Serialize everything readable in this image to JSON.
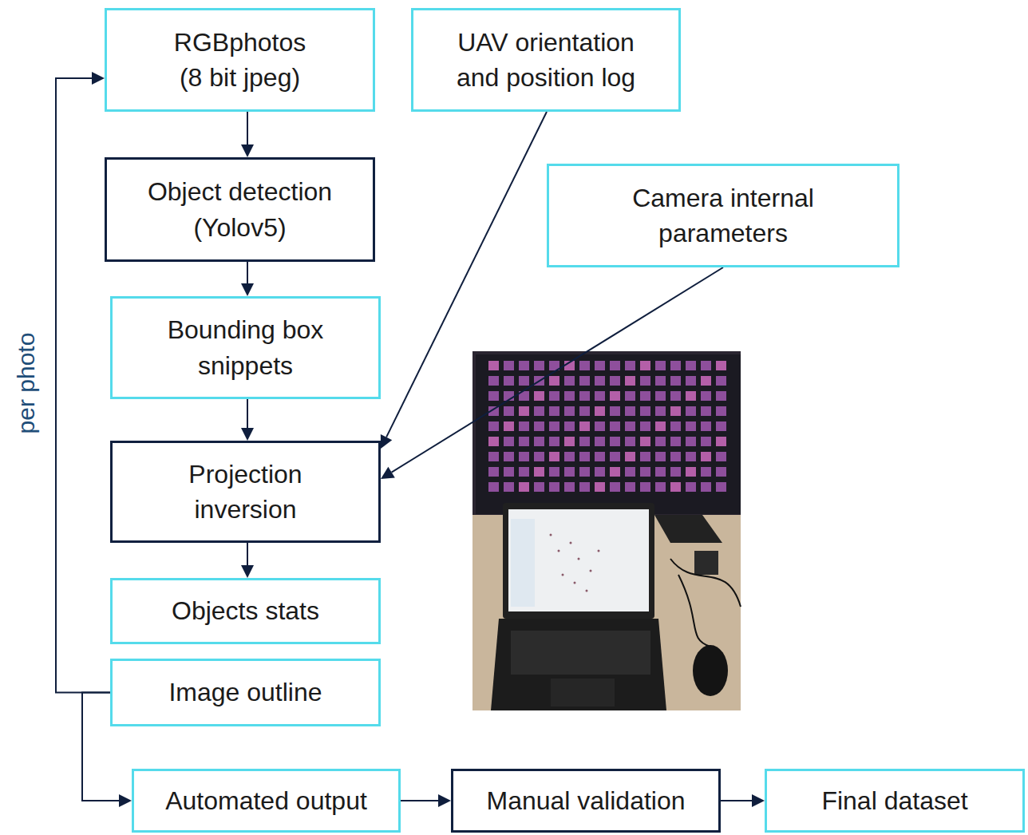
{
  "diagram": {
    "nodes": [
      {
        "text": [
          "RGBphotos (8 bit jpeg)"
        ]
      },
      {
        "text": [
          "UAV orientation and position log"
        ]
      },
      {
        "text": [
          "Object detection (Yolov5)"
        ]
      },
      {
        "text": [
          "Camera internal parameters"
        ]
      },
      {
        "text": [
          "Bounding box snippets"
        ]
      },
      {
        "text": [
          "Projection inversion"
        ]
      },
      {
        "text": [
          "Objects stats"
        ]
      },
      {
        "text": [
          "Image outline"
        ]
      },
      {
        "text": [
          "Automated output"
        ]
      },
      {
        "text": [
          "Manual validation"
        ]
      },
      {
        "text": [
          "Final dataset"
        ]
      }
    ],
    "edges": [
      {
        "from": 0,
        "to": 2,
        "arrow": "to"
      },
      {
        "from": 2,
        "to": 4,
        "arrow": "to"
      },
      {
        "from": 4,
        "to": 5,
        "arrow": "to"
      },
      {
        "from": 5,
        "to": 6,
        "arrow": "to"
      },
      {
        "from": 1,
        "to": 5,
        "arrow": "to"
      },
      {
        "from": 3,
        "to": 5,
        "arrow": "to"
      },
      {
        "from": 7,
        "to": 0,
        "arrow": "to"
      },
      {
        "from": 7,
        "to": 8,
        "arrow": "to"
      },
      {
        "from": 8,
        "to": 9,
        "arrow": "to"
      },
      {
        "from": 9,
        "to": 10,
        "arrow": "to"
      }
    ],
    "labels": [
      "per photo"
    ]
  }
}
